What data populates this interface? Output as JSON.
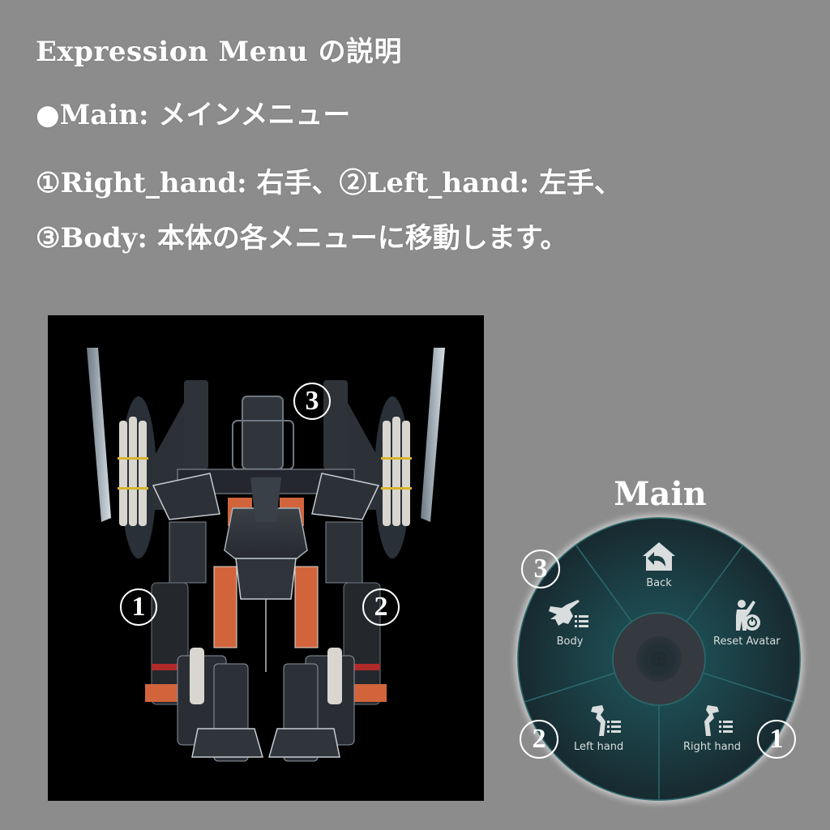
{
  "header": {
    "title": "Expression  Menu  の説明",
    "main_line": "●Main: メインメニュー",
    "line1": "①Right_hand: 右手、②Left_hand: 左手、",
    "line2": "③Body: 本体の各メニューに移動します。"
  },
  "robot_image": {
    "markers": [
      {
        "id": "1",
        "glyph": "1",
        "meaning": "Right_hand"
      },
      {
        "id": "2",
        "glyph": "2",
        "meaning": "Left_hand"
      },
      {
        "id": "3",
        "glyph": "3",
        "meaning": "Body"
      }
    ]
  },
  "radial_menu": {
    "title": "Main",
    "items": [
      {
        "label": "Back",
        "icon": "home-back-icon"
      },
      {
        "label": "Reset Avatar",
        "icon": "reset-avatar-icon"
      },
      {
        "label": "Right hand",
        "icon": "right-hand-icon",
        "submenu": true,
        "marker": "1"
      },
      {
        "label": "Left hand",
        "icon": "left-hand-icon",
        "submenu": true,
        "marker": "2"
      },
      {
        "label": "Body",
        "icon": "body-icon",
        "submenu": true,
        "marker": "3"
      }
    ],
    "colors": {
      "ring": "#16393d",
      "ring_edge": "#1f5257",
      "center": "#343a40",
      "divider": "#2a6a6e",
      "label": "#d7dede"
    }
  },
  "colors": {
    "background": "#8c8c8c",
    "panel": "#000000",
    "text": "#ffffff",
    "robot_accent": "#d2643c"
  }
}
